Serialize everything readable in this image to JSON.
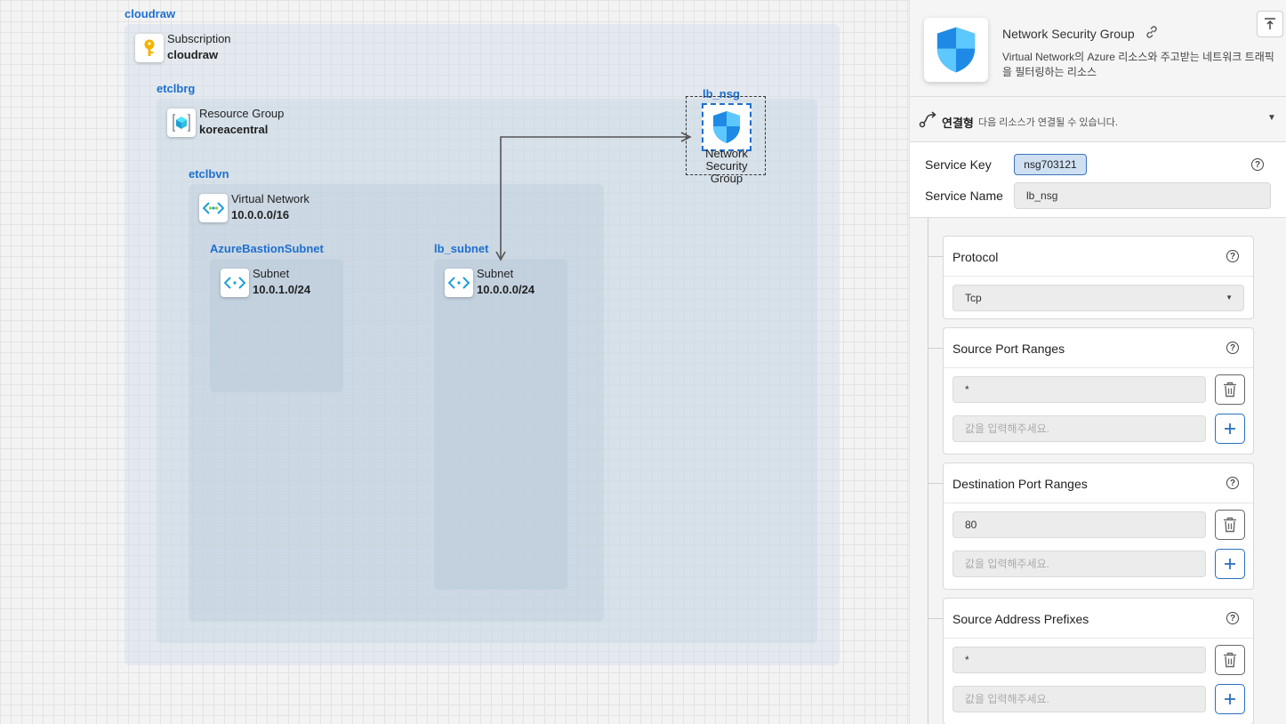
{
  "diagram": {
    "subscription_box": {
      "label": "cloudraw",
      "type": "Subscription",
      "name": "cloudraw",
      "icon": "key-icon"
    },
    "resource_group_box": {
      "label": "etclbrg",
      "type": "Resource Group",
      "name": "koreacentral",
      "icon": "resource-group-icon"
    },
    "vnet_box": {
      "label": "etclbvn",
      "type": "Virtual Network",
      "name": "10.0.0.0/16",
      "icon": "virtual-network-icon"
    },
    "subnets": [
      {
        "label": "AzureBastionSubnet",
        "type": "Subnet",
        "name": "10.0.1.0/24",
        "icon": "subnet-icon"
      },
      {
        "label": "lb_subnet",
        "type": "Subnet",
        "name": "10.0.0.0/24",
        "icon": "subnet-icon"
      }
    ],
    "nsg_node": {
      "label": "lb_nsg",
      "caption": "Network Security Group",
      "icon": "shield-icon"
    }
  },
  "panel": {
    "title": "Network Security Group",
    "description": "Virtual Network의 Azure 리소스와 주고받는 네트워크 트래픽을 필터링하는 리소스",
    "connection": {
      "label": "연결형",
      "description": "다음 리소스가 연결될 수 있습니다."
    },
    "service_key": {
      "label": "Service Key",
      "value": "nsg703121"
    },
    "service_name": {
      "label": "Service Name",
      "value": "lb_nsg"
    },
    "protocol": {
      "label": "Protocol",
      "value": "Tcp"
    },
    "source_port_ranges": {
      "label": "Source Port Ranges",
      "value": "*",
      "placeholder": "값을 입력해주세요."
    },
    "destination_port_ranges": {
      "label": "Destination Port Ranges",
      "value": "80",
      "placeholder": "값을 입력해주세요."
    },
    "source_address_prefixes": {
      "label": "Source Address Prefixes",
      "value": "*",
      "placeholder": "값을 입력해주세요."
    }
  },
  "colors": {
    "accent": "#1e6fcf",
    "chip_bg": "#cfe0f3",
    "box_bg": "#dfe6ec"
  }
}
